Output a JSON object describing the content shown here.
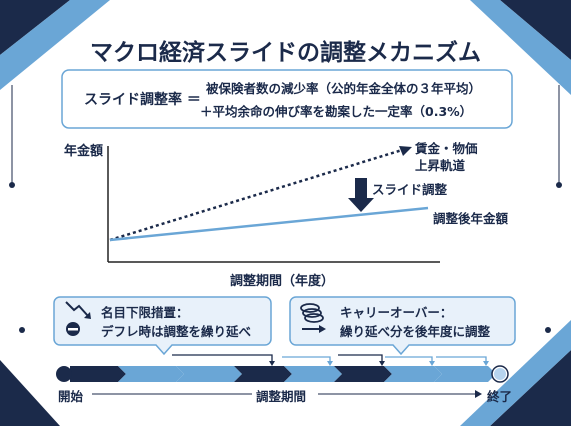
{
  "title": "マクロ経済スライドの調整メカニズム",
  "formula": {
    "lhs": "スライド調整率 ＝",
    "line1": "被保険者数の減少率（公的年金全体の３年平均）",
    "line2": "＋平均余命の伸び率を勘案した一定率（0.3%）"
  },
  "chart": {
    "y_axis_label": "年金額",
    "x_axis_label": "調整期間（年度）",
    "upper_line_label_1": "賃金・物価",
    "upper_line_label_2": "上昇軌道",
    "arrow_label": "スライド調整",
    "lower_line_label": "調整後年金額"
  },
  "callouts": {
    "left": {
      "line1": "名目下限措置：",
      "line2": "デフレ時は調整を繰り延べ",
      "icon": "falling-arrow-icon"
    },
    "right": {
      "line1": "キャリーオーバー：",
      "line2": "繰り延べ分を後年度に調整",
      "icon": "spring-coil-icon"
    }
  },
  "timeline": {
    "start_label": "開始",
    "middle_label": "調整期間",
    "end_label": "終了"
  },
  "colors": {
    "navy": "#1b2a4a",
    "light_blue": "#6aa6d6",
    "accent_blue": "#4a90c8",
    "pale_blue": "#e8f1fa"
  }
}
